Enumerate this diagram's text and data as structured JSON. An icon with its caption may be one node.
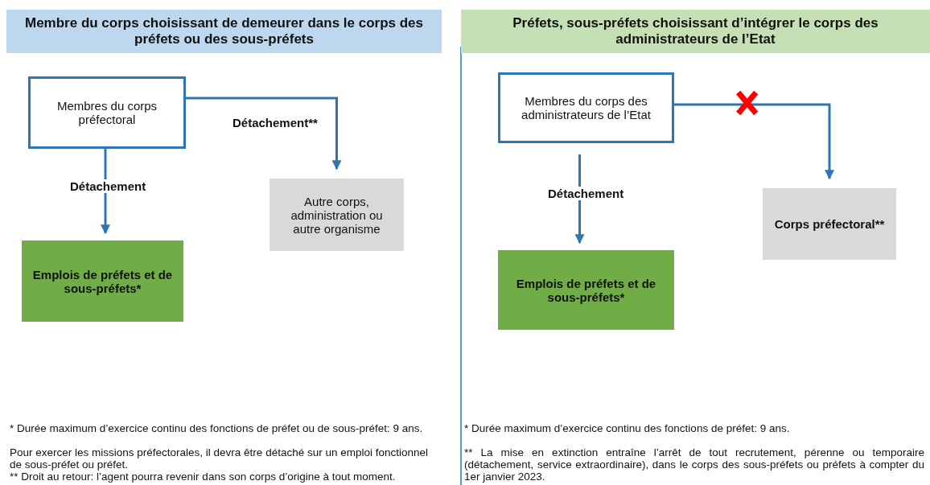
{
  "diagram": {
    "nodes": [
      {
        "text": [
          "Membre du corps choisissant de demeurer dans le corps des préfets ou des sous-préfets"
        ]
      },
      {
        "text": [
          "Membres du corps préfectoral"
        ]
      },
      {
        "text": [
          "Autre corps, administration ou autre organisme"
        ]
      },
      {
        "text": [
          "Emplois de préfets et de sous-préfets*"
        ]
      },
      {
        "text": [
          "Préfets, sous-préfets choisissant d’intégrer le corps des administrateurs de l’Etat"
        ]
      },
      {
        "text": [
          "Membres du corps des administrateurs de l’Etat"
        ]
      },
      {
        "text": [
          "Corps préfectoral**"
        ]
      },
      {
        "text": [
          "Emplois de préfets et de sous-préfets*"
        ]
      }
    ],
    "edges": [
      {
        "from": 1,
        "to": 3,
        "arrow": "to",
        "label": "Détachement"
      },
      {
        "from": 1,
        "to": 2,
        "arrow": "to",
        "label": "Détachement**"
      },
      {
        "from": 5,
        "to": 7,
        "arrow": "to",
        "label": "Détachement"
      },
      {
        "from": 5,
        "to": 6,
        "arrow": "to"
      }
    ],
    "labels": [
      "* Durée maximum d’exercice continu des fonctions de préfet ou de sous-préfet: 9 ans.",
      "Pour exercer les missions préfectorales, il devra être détaché sur un emploi fonctionnel de sous-préfet ou préfet.",
      "** Droit au retour: l’agent pourra revenir dans son corps d’origine à tout moment.",
      "* Durée maximum d’exercice continu des fonctions de préfet: 9 ans.",
      "** La mise en extinction entraîne l’arrêt de tout recrutement, pérenne ou temporaire (détachement, service extraordinaire), dans le corps des sous-préfets ou préfets à compter du 1er janvier 2023."
    ]
  }
}
